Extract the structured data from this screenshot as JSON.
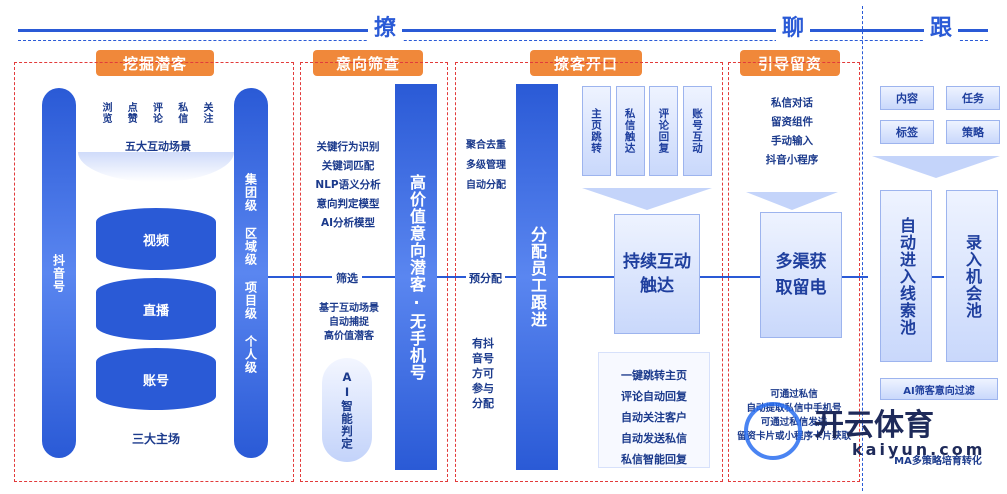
{
  "phases": {
    "liao": "撩",
    "liao2": "聊",
    "gen": "跟"
  },
  "stages": [
    "挖掘潜客",
    "意向筛查",
    "撩客开口",
    "引导留资"
  ],
  "col1": {
    "left_oval": "抖音号",
    "interact": [
      "浏览",
      "点赞",
      "评论",
      "私信",
      "关注"
    ],
    "five_scenes": "五大互动场景",
    "cylinders": [
      "视频",
      "直播",
      "账号"
    ],
    "three_main": "三大主场",
    "right_oval": "集团级 区域级 项目级 个人级"
  },
  "col2": {
    "list": [
      "关键行为识别",
      "关键词匹配",
      "NLP语义分析",
      "意向判定模型",
      "AI分析模型"
    ],
    "filter": "筛选",
    "capture": [
      "基于互动场景",
      "自动捕捉",
      "高价值潜客"
    ],
    "ai": "AI智能判定",
    "tall": "高价值意向潜客·无手机号"
  },
  "col3": {
    "top": [
      "聚合去重",
      "多级管理",
      "自动分配"
    ],
    "pre": "预分配",
    "bottom": "有抖音号方可参与分配",
    "tall": "分配员工跟进",
    "cards": [
      "主页跳转",
      "私信触达",
      "评论回复",
      "账号互动"
    ],
    "center": "持续互动触达",
    "list": [
      "一键跳转主页",
      "评论自动回复",
      "自动关注客户",
      "自动发送私信",
      "私信智能回复"
    ]
  },
  "col4": {
    "list": [
      "私信对话",
      "留资组件",
      "手动输入",
      "抖音小程序"
    ],
    "center": "多渠获取留电",
    "bottom": [
      "可通过私信",
      "自动提取私信中手机号",
      "可通过私信发送",
      "留资卡片或小程序卡片获取"
    ]
  },
  "col5": {
    "chips": [
      "内容",
      "任务",
      "标签",
      "策略"
    ],
    "b1": "自动进入线索池",
    "b2": "录入机会池",
    "ai": "AI筛客意向过滤",
    "foot": "MA多策略培育转化"
  },
  "watermark": {
    "cn": "开云体育",
    "en": "kaiyun.com"
  }
}
